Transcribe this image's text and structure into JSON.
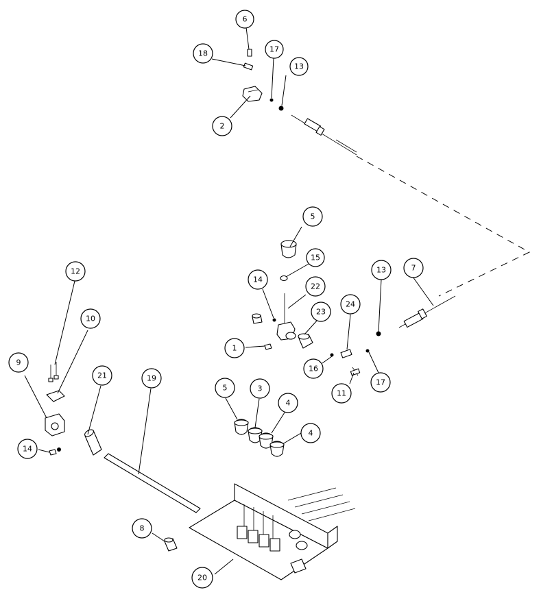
{
  "balloons": [
    {
      "label": "6"
    },
    {
      "label": "18"
    },
    {
      "label": "17"
    },
    {
      "label": "13"
    },
    {
      "label": "2"
    },
    {
      "label": "5"
    },
    {
      "label": "15"
    },
    {
      "label": "14"
    },
    {
      "label": "22"
    },
    {
      "label": "23"
    },
    {
      "label": "13"
    },
    {
      "label": "7"
    },
    {
      "label": "24"
    },
    {
      "label": "1"
    },
    {
      "label": "16"
    },
    {
      "label": "17"
    },
    {
      "label": "11"
    },
    {
      "label": "12"
    },
    {
      "label": "10"
    },
    {
      "label": "9"
    },
    {
      "label": "21"
    },
    {
      "label": "19"
    },
    {
      "label": "5"
    },
    {
      "label": "3"
    },
    {
      "label": "4"
    },
    {
      "label": "4"
    },
    {
      "label": "14"
    },
    {
      "label": "8"
    },
    {
      "label": "20"
    }
  ]
}
